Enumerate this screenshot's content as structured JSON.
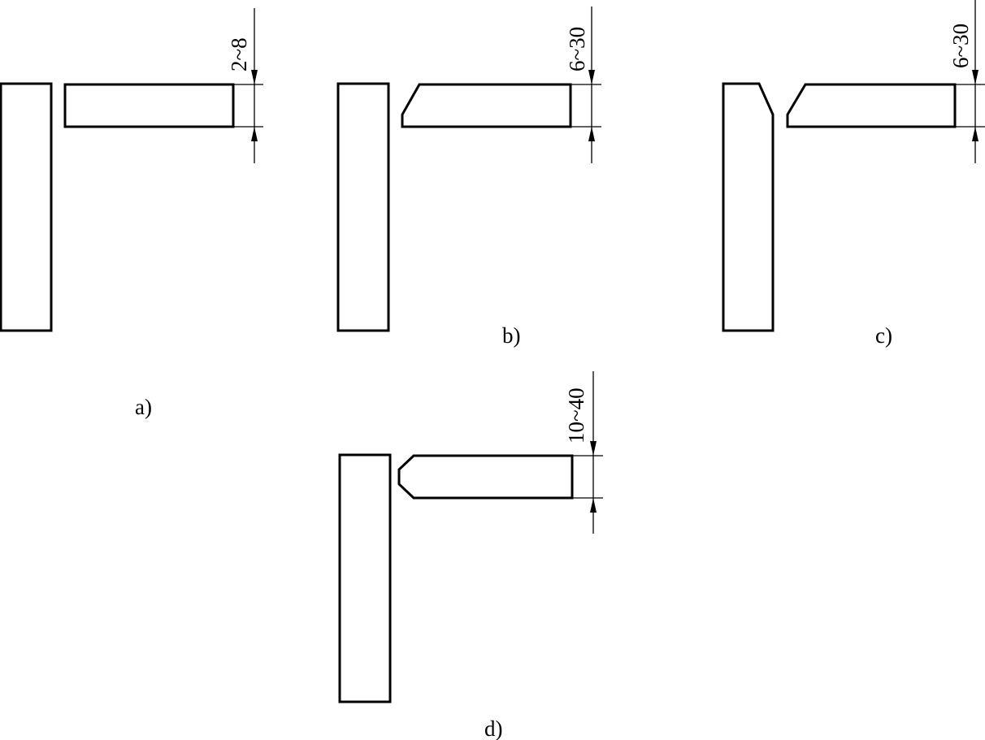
{
  "panels": [
    {
      "id": "a",
      "label": "a)",
      "dimension": "2~8",
      "edge": "square"
    },
    {
      "id": "b",
      "label": "b)",
      "dimension": "6~30",
      "edge": "single-bevel"
    },
    {
      "id": "c",
      "label": "c)",
      "dimension": "6~30",
      "edge": "single-bevel, bevelled vertical plate"
    },
    {
      "id": "d",
      "label": "d)",
      "dimension": "10~40",
      "edge": "double-bevel"
    }
  ],
  "colors": {
    "line": "#000000",
    "background": "#ffffff"
  }
}
